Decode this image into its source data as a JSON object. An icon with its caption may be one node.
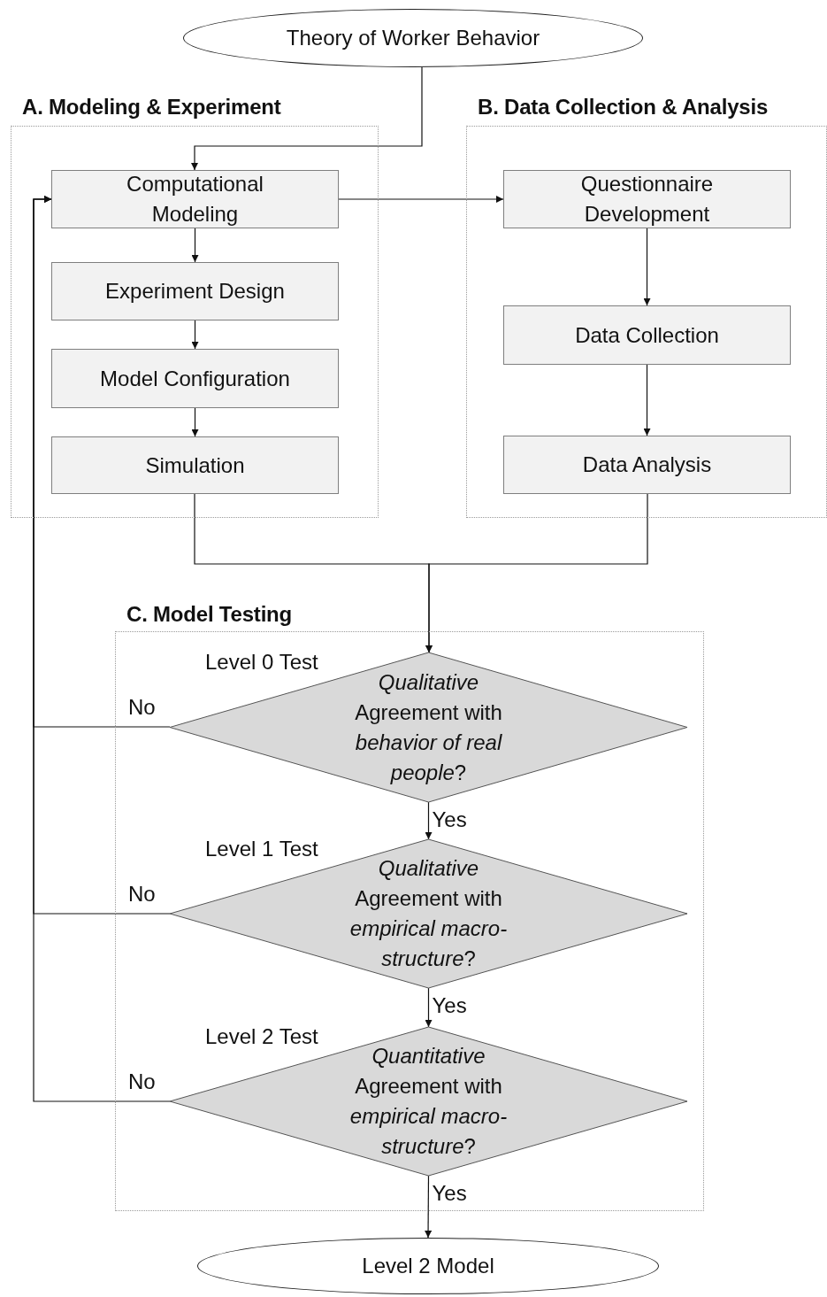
{
  "diagram": {
    "nodes": [
      {
        "text": [
          "Theory of Worker Behavior"
        ]
      },
      {
        "text": [
          "A. Modeling & Experiment"
        ]
      },
      {
        "text": [
          "Computational Modeling"
        ],
        "in": 1
      },
      {
        "text": [
          "Experiment Design"
        ],
        "in": 1
      },
      {
        "text": [
          "Model Configuration"
        ],
        "in": 1
      },
      {
        "text": [
          "Simulation"
        ],
        "in": 1
      },
      {
        "text": [
          "B. Data Collection & Analysis"
        ]
      },
      {
        "text": [
          "Questionnaire Development"
        ],
        "in": 6
      },
      {
        "text": [
          "Data Collection"
        ],
        "in": 6
      },
      {
        "text": [
          "Data Analysis"
        ],
        "in": 6
      },
      {
        "text": [
          "C. Model Testing"
        ]
      },
      {
        "text": [
          "*Qualitative* Agreement with *behavior of real people*?"
        ],
        "beside": [
          "Level 0 Test"
        ],
        "in": 10
      },
      {
        "text": [
          "*Qualitative* Agreement with *empirical macro-structure*?"
        ],
        "beside": [
          "Level 1 Test"
        ],
        "in": 10
      },
      {
        "text": [
          "*Quantitative* Agreement with *empirical macro-structure*?"
        ],
        "beside": [
          "Level 2 Test"
        ],
        "in": 10
      },
      {
        "text": [
          "Level 2 Model"
        ]
      }
    ],
    "edges": [
      {
        "from": 0,
        "to": 2,
        "arrow": "to"
      },
      {
        "from": 2,
        "to": 3,
        "arrow": "to"
      },
      {
        "from": 3,
        "to": 4,
        "arrow": "to"
      },
      {
        "from": 4,
        "to": 5,
        "arrow": "to"
      },
      {
        "from": 2,
        "to": 7,
        "arrow": "to"
      },
      {
        "from": 7,
        "to": 8,
        "arrow": "to"
      },
      {
        "from": 8,
        "to": 9,
        "arrow": "to"
      },
      {
        "from": 5,
        "to": 11,
        "arrow": "to"
      },
      {
        "from": 9,
        "to": 11,
        "arrow": "to"
      },
      {
        "from": 11,
        "to": 12,
        "arrow": "to",
        "label": "Yes"
      },
      {
        "from": 12,
        "to": 13,
        "arrow": "to",
        "label": "Yes"
      },
      {
        "from": 13,
        "to": 14,
        "arrow": "to",
        "label": "Yes"
      },
      {
        "from": 11,
        "to": 2,
        "arrow": "to",
        "label": "No"
      },
      {
        "from": 12,
        "to": 2,
        "arrow": "to",
        "label": "No"
      },
      {
        "from": 13,
        "to": 2,
        "arrow": "to",
        "label": "No"
      }
    ]
  }
}
